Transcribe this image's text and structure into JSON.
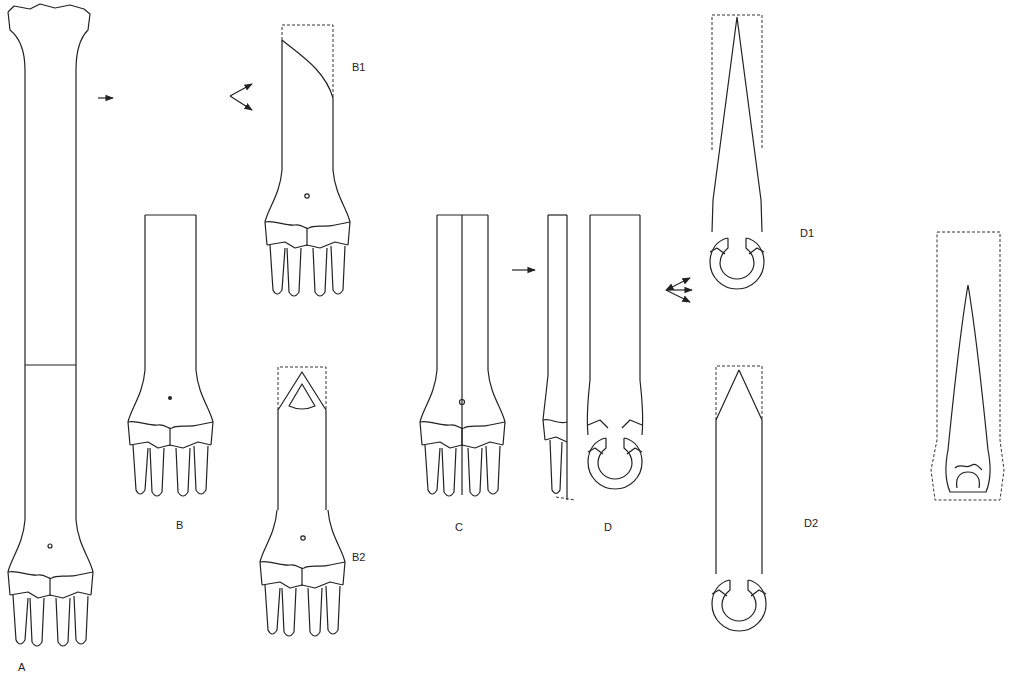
{
  "diagram": {
    "labels": [
      "A",
      "B",
      "B1",
      "B2",
      "C",
      "D",
      "D1",
      "D2"
    ]
  }
}
